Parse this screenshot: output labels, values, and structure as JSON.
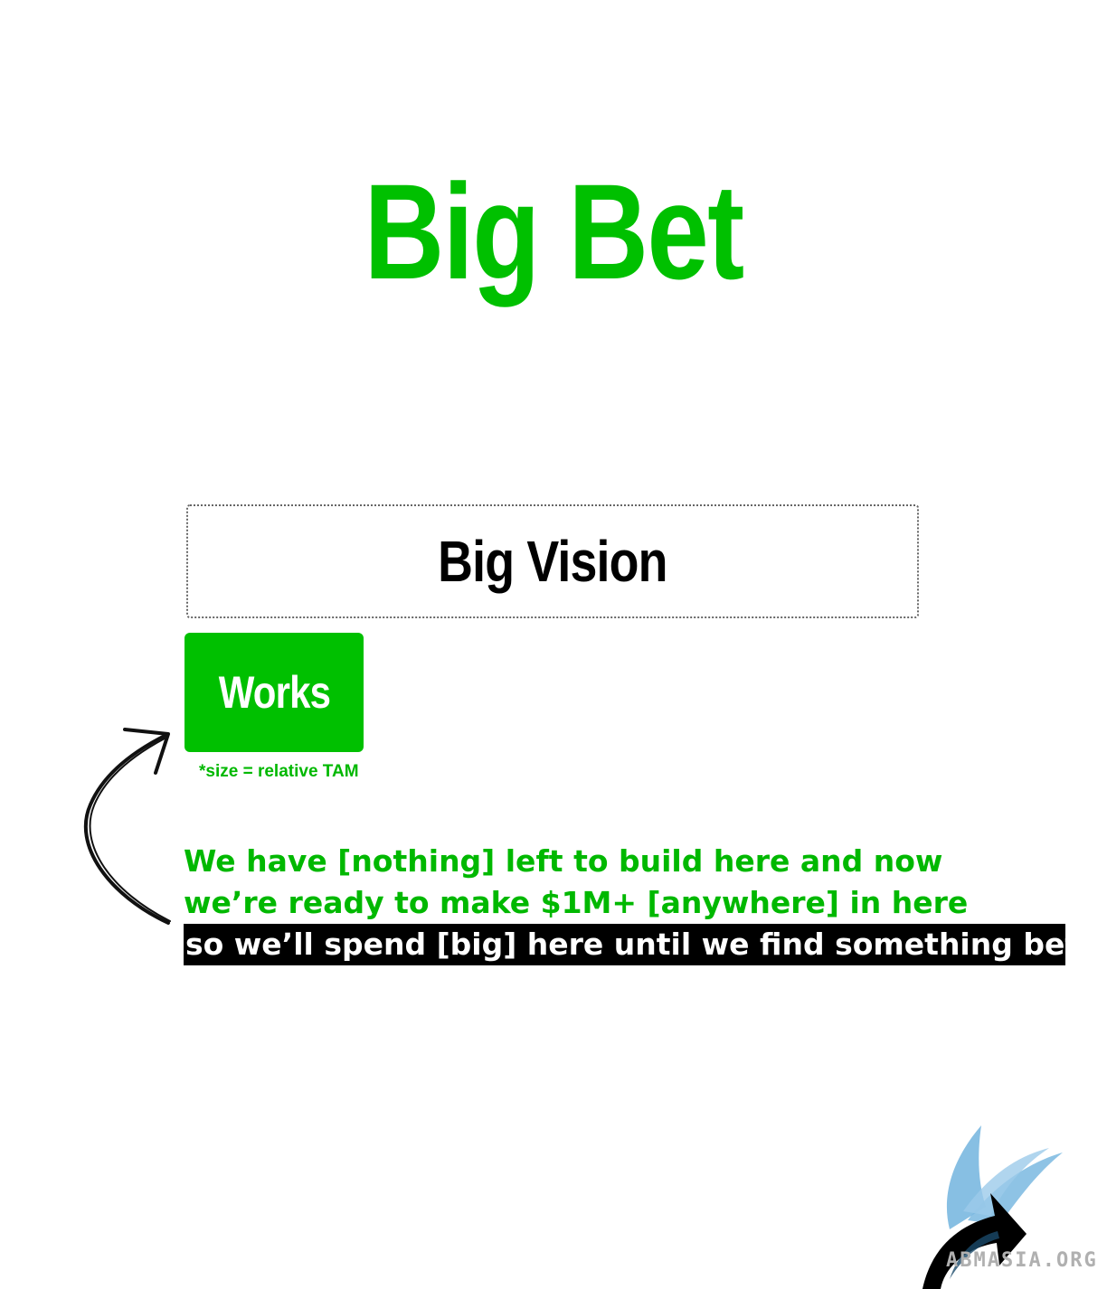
{
  "title": "Big Bet",
  "vision_box": {
    "label": "Big Vision"
  },
  "works_box": {
    "label": "Works"
  },
  "footnote": "*size = relative TAM",
  "description": {
    "line1": "We have [nothing] left to build here and now",
    "line2": "we’re ready to make $1M+ [anywhere] in here",
    "line3": "so we’ll spend [big] here until we find something better"
  },
  "logo": {
    "text": "ABMASIA.ORG",
    "icon": "eagle-logo-icon"
  },
  "colors": {
    "accent_green": "#00c000",
    "text_black": "#000000",
    "highlight_bg": "#000000",
    "logo_blue": "#7ab8e0"
  }
}
